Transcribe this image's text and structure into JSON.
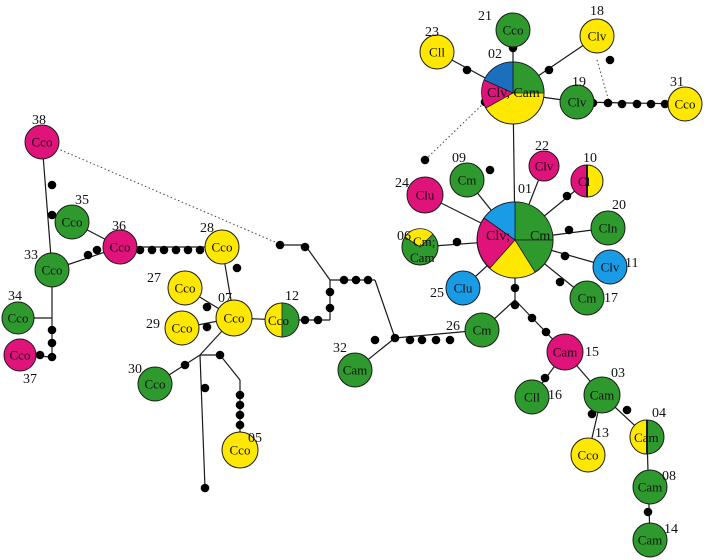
{
  "colors": {
    "Cco": "#ffe800",
    "Cm": "#2e9a2e",
    "Cam": "#2e9a2e",
    "Clv": "#e0137a",
    "Clu": "#e0137a",
    "Cll": "#ffe800",
    "Cln": "#2e9a2e",
    "blue": "#1a9be6"
  },
  "haplotypes": {
    "h01": {
      "num": "01",
      "label": "Cm"
    },
    "h01b": {
      "label": "Clv;"
    },
    "h02": {
      "num": "02",
      "label": "Clv, Cam"
    },
    "h03": {
      "num": "03",
      "label": "Cam"
    },
    "h04": {
      "num": "04",
      "label": "Cam"
    },
    "h05": {
      "num": "05",
      "label": "Cco"
    },
    "h06": {
      "num": "06",
      "label": "Cm;",
      "label2": "Cam"
    },
    "h07": {
      "num": "07",
      "label": "Cco"
    },
    "h08": {
      "num": "08",
      "label": "Cam"
    },
    "h09": {
      "num": "09",
      "label": "Cm"
    },
    "h10": {
      "num": "10",
      "label": "Cl"
    },
    "h11": {
      "num": "11",
      "label": "Clv"
    },
    "h12": {
      "num": "12",
      "label": "Cco"
    },
    "h13": {
      "num": "13",
      "label": "Cco"
    },
    "h14": {
      "num": "14",
      "label": "Cam"
    },
    "h15": {
      "num": "15",
      "label": "Cam"
    },
    "h16": {
      "num": "16",
      "label": "Cll"
    },
    "h17": {
      "num": "17",
      "label": "Cm"
    },
    "h18": {
      "num": "18",
      "label": "Clv"
    },
    "h19": {
      "num": "19",
      "label": "Clv"
    },
    "h20": {
      "num": "20",
      "label": "Cln"
    },
    "h21": {
      "num": "21",
      "label": "Cco"
    },
    "h22": {
      "num": "22",
      "label": "Clv"
    },
    "h23": {
      "num": "23",
      "label": "Cll"
    },
    "h24": {
      "num": "24",
      "label": "Clu"
    },
    "h25": {
      "num": "25",
      "label": "Clu"
    },
    "h26": {
      "num": "26",
      "label": "Cm"
    },
    "h27": {
      "num": "27",
      "label": "Cco"
    },
    "h28": {
      "num": "28",
      "label": "Cco"
    },
    "h29": {
      "num": "29",
      "label": "Cco"
    },
    "h30": {
      "num": "30",
      "label": "Cco"
    },
    "h31": {
      "num": "31",
      "label": "Cco"
    },
    "h32": {
      "num": "32",
      "label": "Cam"
    },
    "h33": {
      "num": "33",
      "label": "Cco"
    },
    "h34": {
      "num": "34",
      "label": "Cco"
    },
    "h35": {
      "num": "35",
      "label": "Cco"
    },
    "h36": {
      "num": "36",
      "label": "Cco"
    },
    "h37": {
      "num": "37",
      "label": "Cco"
    },
    "h38": {
      "num": "38",
      "label": "Cco"
    }
  }
}
